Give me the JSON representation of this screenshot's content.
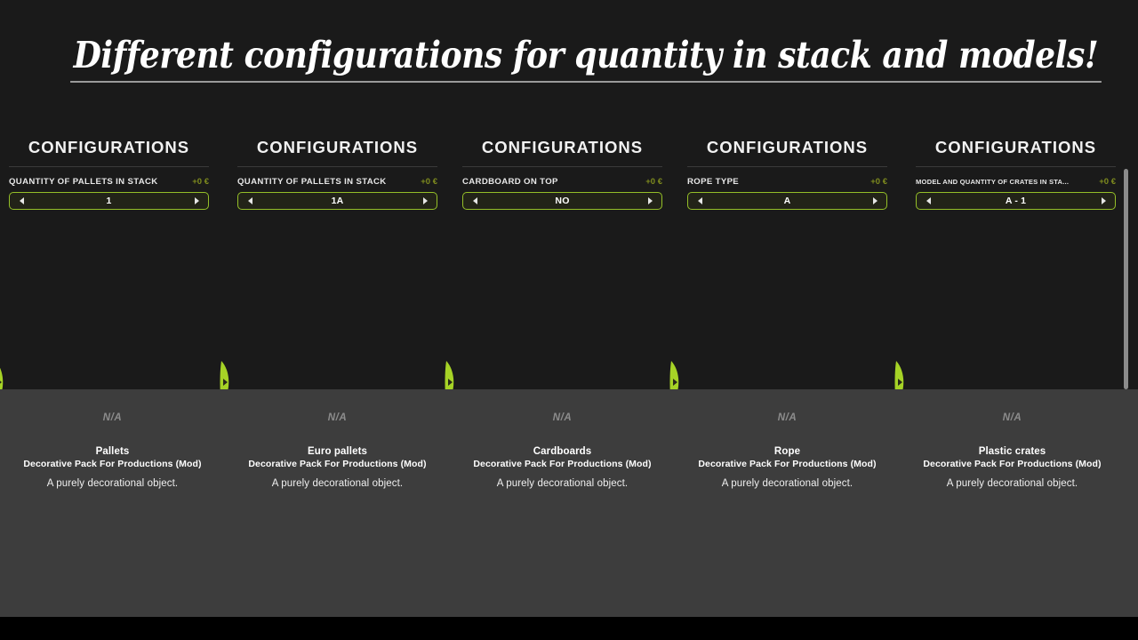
{
  "page": {
    "title": "Different configurations for quantity in stack and models!",
    "background_color": "#1a1a1a",
    "panel_color": "#3d3d3d",
    "accent_color": "#94bf28",
    "price_color": "#7f8c1e"
  },
  "columns": [
    {
      "heading": "CONFIGURATIONS",
      "option_label": "QUANTITY OF PALLETS IN STACK",
      "price": "+0 €",
      "value": "1",
      "label_small": false,
      "card": {
        "thumbnail": "N/A",
        "name": "Pallets",
        "pack": "Decorative Pack For Productions (Mod)",
        "description": "A purely decorational object."
      }
    },
    {
      "heading": "CONFIGURATIONS",
      "option_label": "QUANTITY OF PALLETS IN STACK",
      "price": "+0 €",
      "value": "1A",
      "label_small": false,
      "card": {
        "thumbnail": "N/A",
        "name": "Euro pallets",
        "pack": "Decorative Pack For Productions (Mod)",
        "description": "A purely decorational object."
      }
    },
    {
      "heading": "CONFIGURATIONS",
      "option_label": "CARDBOARD ON TOP",
      "price": "+0 €",
      "value": "NO",
      "label_small": false,
      "card": {
        "thumbnail": "N/A",
        "name": "Cardboards",
        "pack": "Decorative Pack For Productions (Mod)",
        "description": "A purely decorational object."
      }
    },
    {
      "heading": "CONFIGURATIONS",
      "option_label": "ROPE TYPE",
      "price": "+0 €",
      "value": "A",
      "label_small": false,
      "card": {
        "thumbnail": "N/A",
        "name": "Rope",
        "pack": "Decorative Pack For Productions (Mod)",
        "description": "A purely decorational object."
      }
    },
    {
      "heading": "CONFIGURATIONS",
      "option_label": "MODEL AND QUANTITY OF CRATES IN STA...",
      "price": "+0 €",
      "value": "A - 1",
      "label_small": true,
      "card": {
        "thumbnail": "N/A",
        "name": "Plastic crates",
        "pack": "Decorative Pack For Productions (Mod)",
        "description": "A purely decorational object."
      }
    }
  ],
  "icons": {
    "stepper_prev": "triangle-left-icon",
    "stepper_next": "triangle-right-icon",
    "marker": "leaf-pointer-icon"
  },
  "scrollbar": {
    "orientation": "vertical",
    "position": "right"
  }
}
